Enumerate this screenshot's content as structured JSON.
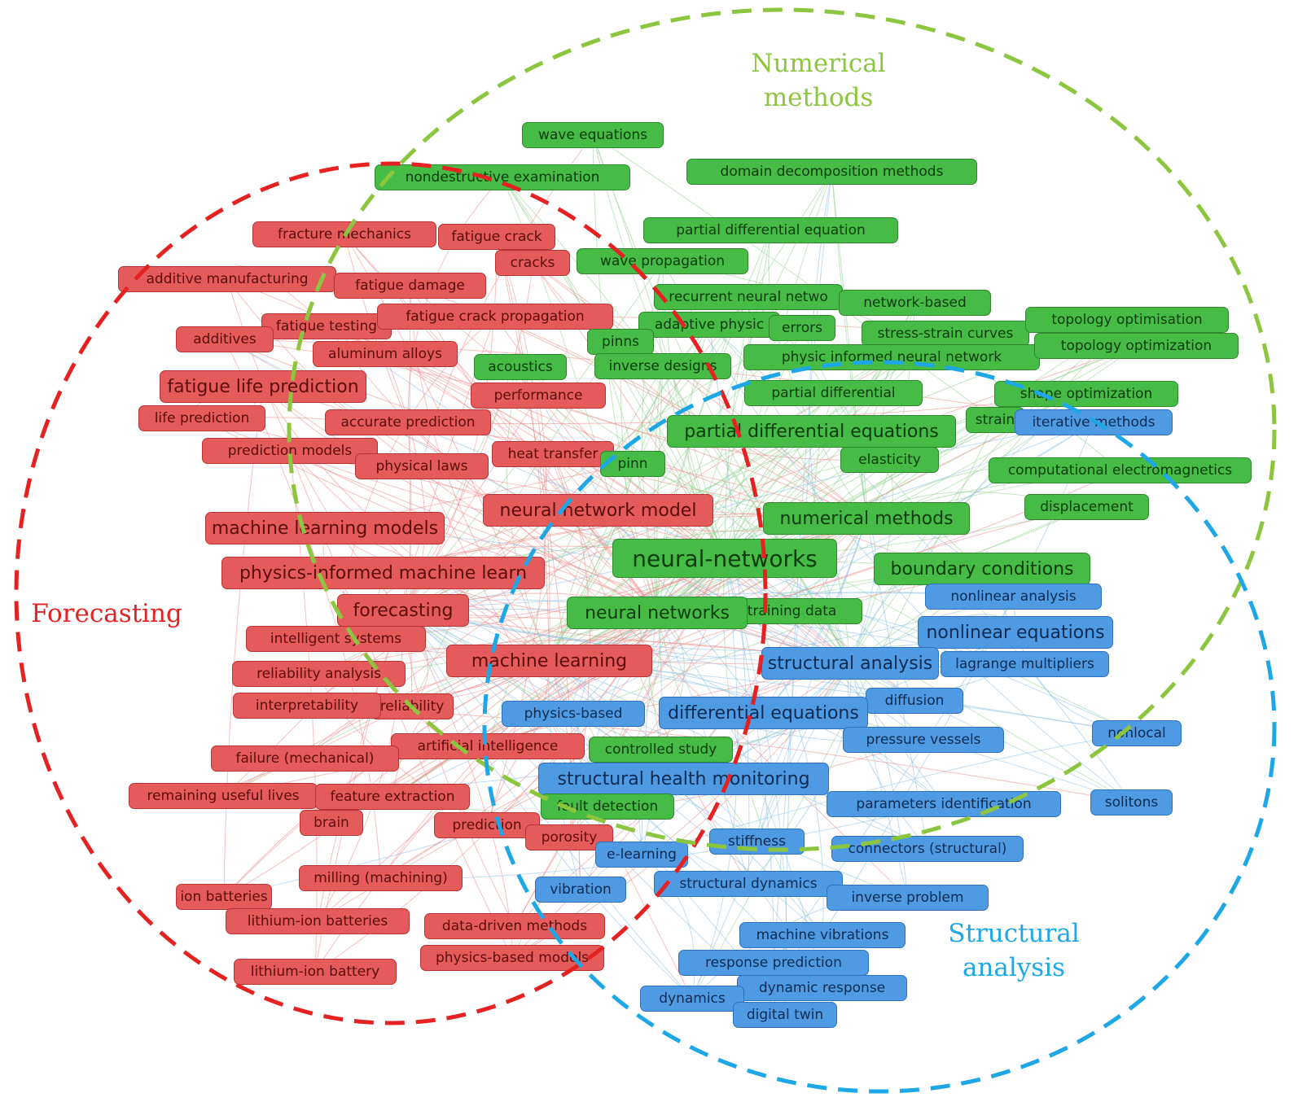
{
  "colors": {
    "red": "#e52222",
    "green": "#8cc63f",
    "blue": "#1ea7e6",
    "red_link": "#f08a8a",
    "green_link": "#8fd18f",
    "blue_link": "#8cbfe8"
  },
  "clusters": {
    "forecasting": {
      "label": "Forecasting",
      "color": "#e52222"
    },
    "numerical_methods": {
      "label": "Numerical\nmethods",
      "color": "#8cc63f"
    },
    "structural_analysis": {
      "label": "Structural\nanalysis",
      "color": "#1ea7e6"
    }
  },
  "nodes": [
    {
      "label": "wave equations",
      "cluster": "green"
    },
    {
      "label": "nondestructive examination",
      "cluster": "green"
    },
    {
      "label": "domain decomposition methods",
      "cluster": "green"
    },
    {
      "label": "fracture mechanics",
      "cluster": "red"
    },
    {
      "label": "fatigue crack",
      "cluster": "red"
    },
    {
      "label": "partial differential equation",
      "cluster": "green"
    },
    {
      "label": "cracks",
      "cluster": "red"
    },
    {
      "label": "wave propagation",
      "cluster": "green"
    },
    {
      "label": "additive manufacturing",
      "cluster": "red"
    },
    {
      "label": "fatigue damage",
      "cluster": "red"
    },
    {
      "label": "recurrent neural netwo",
      "cluster": "green"
    },
    {
      "label": "network-based",
      "cluster": "green"
    },
    {
      "label": "fatigue testing",
      "cluster": "red"
    },
    {
      "label": "fatigue crack propagation",
      "cluster": "red"
    },
    {
      "label": "adaptive physic",
      "cluster": "green"
    },
    {
      "label": "errors",
      "cluster": "green"
    },
    {
      "label": "stress-strain curves",
      "cluster": "green"
    },
    {
      "label": "topology optimisation",
      "cluster": "green"
    },
    {
      "label": "additives",
      "cluster": "red"
    },
    {
      "label": "pinns",
      "cluster": "green"
    },
    {
      "label": "aluminum alloys",
      "cluster": "red"
    },
    {
      "label": "physic informed neural network",
      "cluster": "green"
    },
    {
      "label": "topology optimization",
      "cluster": "green"
    },
    {
      "label": "acoustics",
      "cluster": "green"
    },
    {
      "label": "inverse designs",
      "cluster": "green"
    },
    {
      "label": "fatigue life prediction",
      "cluster": "red"
    },
    {
      "label": "performance",
      "cluster": "red"
    },
    {
      "label": "partial differential",
      "cluster": "green"
    },
    {
      "label": "shape optimization",
      "cluster": "green"
    },
    {
      "label": "life prediction",
      "cluster": "red"
    },
    {
      "label": "accurate prediction",
      "cluster": "red"
    },
    {
      "label": "strain",
      "cluster": "green"
    },
    {
      "label": "iterative methods",
      "cluster": "blue"
    },
    {
      "label": "partial differential equations",
      "cluster": "green"
    },
    {
      "label": "prediction models",
      "cluster": "red"
    },
    {
      "label": "heat transfer",
      "cluster": "red"
    },
    {
      "label": "physical laws",
      "cluster": "red"
    },
    {
      "label": "pinn",
      "cluster": "green"
    },
    {
      "label": "elasticity",
      "cluster": "green"
    },
    {
      "label": "computational electromagnetics",
      "cluster": "green"
    },
    {
      "label": "displacement",
      "cluster": "green"
    },
    {
      "label": "neural network model",
      "cluster": "red"
    },
    {
      "label": "numerical methods",
      "cluster": "green"
    },
    {
      "label": "machine learning models",
      "cluster": "red"
    },
    {
      "label": "neural-networks",
      "cluster": "green"
    },
    {
      "label": "boundary conditions",
      "cluster": "green"
    },
    {
      "label": "physics-informed machine learn",
      "cluster": "red"
    },
    {
      "label": "nonlinear analysis",
      "cluster": "blue"
    },
    {
      "label": "training data",
      "cluster": "green"
    },
    {
      "label": "forecasting",
      "cluster": "red"
    },
    {
      "label": "neural networks",
      "cluster": "green"
    },
    {
      "label": "nonlinear equations",
      "cluster": "blue"
    },
    {
      "label": "intelligent systems",
      "cluster": "red"
    },
    {
      "label": "machine learning",
      "cluster": "red"
    },
    {
      "label": "structural analysis",
      "cluster": "blue"
    },
    {
      "label": "lagrange multipliers",
      "cluster": "blue"
    },
    {
      "label": "reliability analysis",
      "cluster": "red"
    },
    {
      "label": "reliability",
      "cluster": "red"
    },
    {
      "label": "interpretability",
      "cluster": "red"
    },
    {
      "label": "diffusion",
      "cluster": "blue"
    },
    {
      "label": "physics-based",
      "cluster": "blue"
    },
    {
      "label": "differential equations",
      "cluster": "blue"
    },
    {
      "label": "nonlocal",
      "cluster": "blue"
    },
    {
      "label": "pressure vessels",
      "cluster": "blue"
    },
    {
      "label": "artificial intelligence",
      "cluster": "red"
    },
    {
      "label": "controlled study",
      "cluster": "green"
    },
    {
      "label": "failure (mechanical)",
      "cluster": "red"
    },
    {
      "label": "structural health monitoring",
      "cluster": "blue"
    },
    {
      "label": "remaining useful lives",
      "cluster": "red"
    },
    {
      "label": "feature extraction",
      "cluster": "red"
    },
    {
      "label": "solitons",
      "cluster": "blue"
    },
    {
      "label": "fault detection",
      "cluster": "green"
    },
    {
      "label": "parameters identification",
      "cluster": "blue"
    },
    {
      "label": "brain",
      "cluster": "red"
    },
    {
      "label": "prediction",
      "cluster": "red"
    },
    {
      "label": "porosity",
      "cluster": "red"
    },
    {
      "label": "stiffness",
      "cluster": "blue"
    },
    {
      "label": "e-learning",
      "cluster": "blue"
    },
    {
      "label": "connectors (structural)",
      "cluster": "blue"
    },
    {
      "label": "milling (machining)",
      "cluster": "red"
    },
    {
      "label": "vibration",
      "cluster": "blue"
    },
    {
      "label": "structural dynamics",
      "cluster": "blue"
    },
    {
      "label": "ion batteries",
      "cluster": "red"
    },
    {
      "label": "inverse problem",
      "cluster": "blue"
    },
    {
      "label": "lithium-ion batteries",
      "cluster": "red"
    },
    {
      "label": "data-driven methods",
      "cluster": "red"
    },
    {
      "label": "machine vibrations",
      "cluster": "blue"
    },
    {
      "label": "response prediction",
      "cluster": "blue"
    },
    {
      "label": "physics-based models",
      "cluster": "red"
    },
    {
      "label": "lithium-ion battery",
      "cluster": "red"
    },
    {
      "label": "dynamic response",
      "cluster": "blue"
    },
    {
      "label": "dynamics",
      "cluster": "blue"
    },
    {
      "label": "digital twin",
      "cluster": "blue"
    }
  ]
}
